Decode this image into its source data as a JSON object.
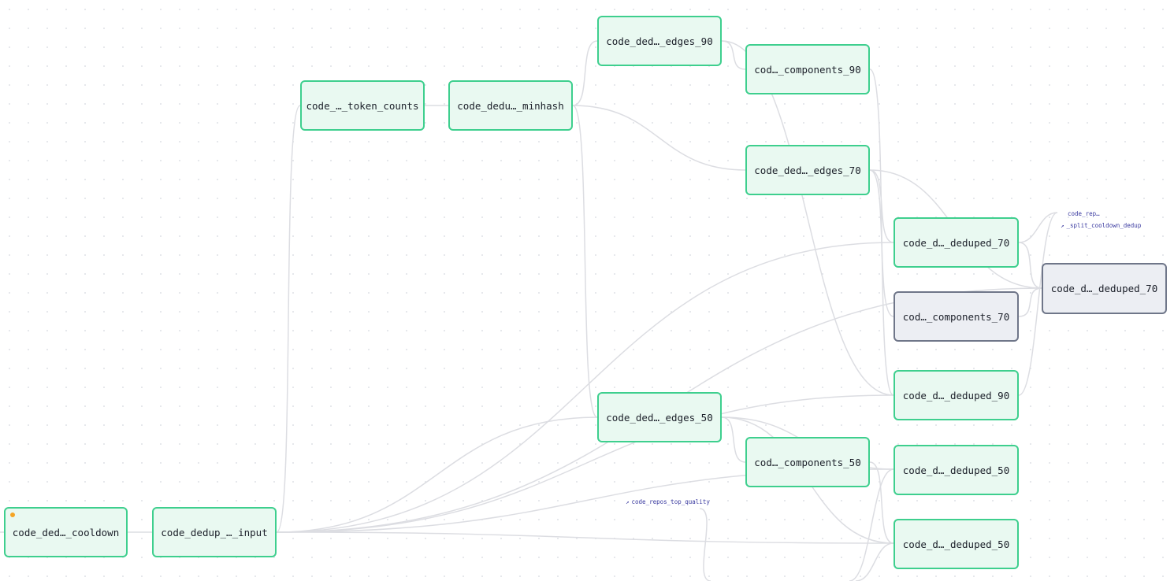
{
  "nodes": [
    {
      "id": "cooldown",
      "label": "code_ded…_cooldown",
      "variant": "green",
      "status": "pending"
    },
    {
      "id": "input",
      "label": "code_dedup_…_input",
      "variant": "green"
    },
    {
      "id": "token_counts",
      "label": "code_…_token_counts",
      "variant": "green"
    },
    {
      "id": "minhash",
      "label": "code_dedu…_minhash",
      "variant": "green"
    },
    {
      "id": "edges_90",
      "label": "code_ded…_edges_90",
      "variant": "green"
    },
    {
      "id": "edges_70",
      "label": "code_ded…_edges_70",
      "variant": "green"
    },
    {
      "id": "edges_50",
      "label": "code_ded…_edges_50",
      "variant": "green"
    },
    {
      "id": "components_90",
      "label": "cod…_components_90",
      "variant": "green"
    },
    {
      "id": "components_50",
      "label": "cod…_components_50",
      "variant": "green"
    },
    {
      "id": "deduped_70_a",
      "label": "code_d…_deduped_70",
      "variant": "green"
    },
    {
      "id": "components_70",
      "label": "cod…_components_70",
      "variant": "gray"
    },
    {
      "id": "deduped_90",
      "label": "code_d…_deduped_90",
      "variant": "green"
    },
    {
      "id": "deduped_50_a",
      "label": "code_d…_deduped_50",
      "variant": "green"
    },
    {
      "id": "deduped_50_b",
      "label": "code_d…_deduped_50",
      "variant": "green"
    },
    {
      "id": "deduped_70_b",
      "label": "code_d…_deduped_70",
      "variant": "gray"
    }
  ],
  "external_links": [
    {
      "id": "split_cooldown",
      "lines": [
        "code_rep…",
        "_split_cooldown_dedup"
      ],
      "icon": "external-link-icon"
    },
    {
      "id": "top_quality",
      "lines": [
        "code_repos_top_quality"
      ],
      "icon": "external-link-icon"
    }
  ],
  "colors": {
    "node_border_green": "#3ecf8e",
    "node_fill_green": "#e9f9f1",
    "node_border_gray": "#6f7689",
    "node_fill_gray": "#eceef3",
    "edge": "#dcdde2",
    "status_pending": "#f5a524",
    "link_text": "#3a3aa0"
  }
}
